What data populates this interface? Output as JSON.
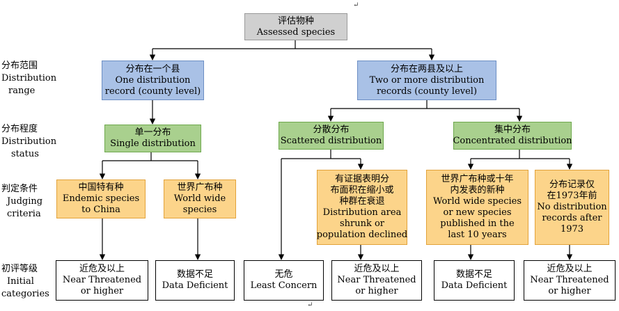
{
  "row_labels": {
    "range": {
      "zh": "分布范围",
      "en1": "Distribution",
      "en2": "range"
    },
    "status": {
      "zh": "分布程度",
      "en1": "Distribution",
      "en2": "status"
    },
    "criteria": {
      "zh": "判定条件",
      "en1": "Judging",
      "en2": "criteria"
    },
    "initial": {
      "zh": "初评等级",
      "en1": "Initial",
      "en2": "categories"
    }
  },
  "root": {
    "zh": "评估物种",
    "en": "Assessed species"
  },
  "range_one": {
    "zh": "分布在一个县",
    "en1": "One distribution",
    "en2": "record (county level)"
  },
  "range_two": {
    "zh": "分布在两县及以上",
    "en1": "Two or more distribution",
    "en2": "records (county level)"
  },
  "status_single": {
    "zh": "单一分布",
    "en": "Single distribution"
  },
  "status_scattered": {
    "zh": "分散分布",
    "en": "Scattered distribution"
  },
  "status_concentrated": {
    "zh": "集中分布",
    "en": "Concentrated distribution"
  },
  "crit_endemic": {
    "zh": "中国特有种",
    "en1": "Endemic species",
    "en2": "to China"
  },
  "crit_worldwide": {
    "zh": "世界广布种",
    "en1": "World wide",
    "en2": "species"
  },
  "crit_shrunk": {
    "zh1": "有证据表明分",
    "zh2": "布面积在缩小或",
    "zh3": "种群在衰退",
    "en1": "Distribution area",
    "en2": "shrunk or",
    "en3": "population declined"
  },
  "crit_newspecies": {
    "zh1": "世界广布种或十年",
    "zh2": "内发表的新种",
    "en1": "World wide species",
    "en2": "or new species",
    "en3": "published in the",
    "en4": "last 10 years"
  },
  "crit_records": {
    "zh1": "分布记录仅",
    "zh2": "在1973年前",
    "en1": "No distribution",
    "en2": "records after",
    "en3": "1973"
  },
  "cat_nt1": {
    "zh": "近危及以上",
    "en1": "Near Threatened",
    "en2": "or higher"
  },
  "cat_dd1": {
    "zh": "数据不足",
    "en": "Data Deficient"
  },
  "cat_lc": {
    "zh": "无危",
    "en": "Least Concern"
  },
  "cat_nt2": {
    "zh": "近危及以上",
    "en1": "Near Threatened",
    "en2": "or higher"
  },
  "cat_dd2": {
    "zh": "数据不足",
    "en": "Data Deficient"
  },
  "cat_nt3": {
    "zh": "近危及以上",
    "en1": "Near Threatened",
    "en2": "or higher"
  },
  "paragraph_mark": "↵"
}
